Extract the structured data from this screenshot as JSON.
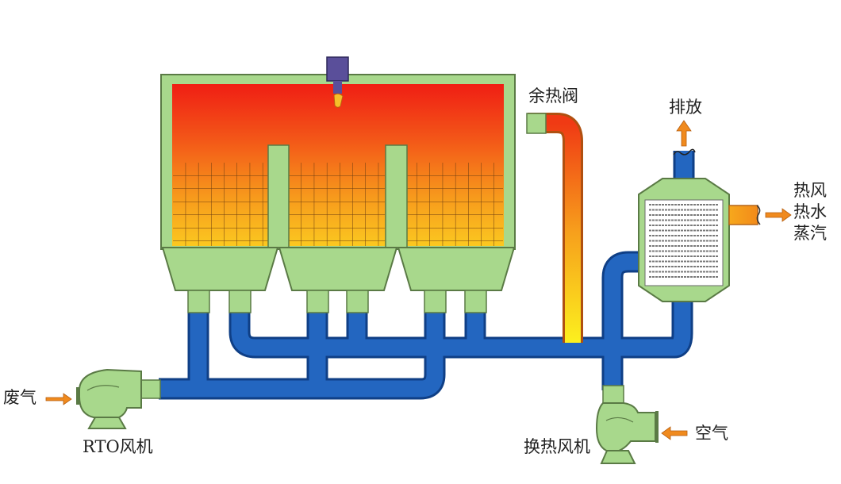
{
  "labels": {
    "waste_gas": "废气",
    "rto_fan": "RTO风机",
    "heat_recovery_valve": "余热阀",
    "exhaust": "排放",
    "heat_exchange_fan": "换热风机",
    "air": "空气",
    "outputs": [
      "热风",
      "热水",
      "蒸汽"
    ]
  },
  "colors": {
    "equipment_green": "#a8d88c",
    "equipment_outline": "#5a7a45",
    "duct_blue": "#2366c0",
    "duct_outline": "#0f3f86",
    "chamber_hot": "#f02a16",
    "chamber_warm": "#f8a618",
    "media_yellow": "#fbd41c",
    "arrow_orange": "#f08a1e",
    "burner_purple": "#5a4f9a"
  },
  "icons": [
    "burner-icon",
    "arrow-right-icon",
    "arrow-up-icon",
    "arrow-left-icon"
  ]
}
